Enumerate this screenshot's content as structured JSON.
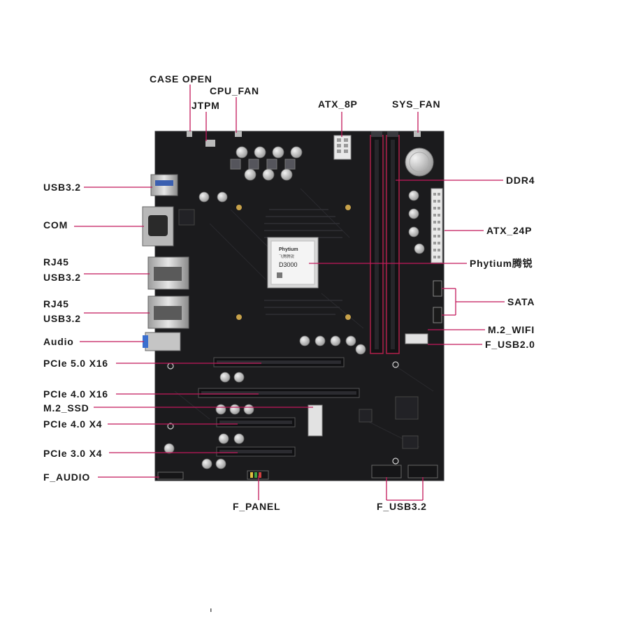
{
  "labels": {
    "case_open": "CASE OPEN",
    "cpu_fan": "CPU_FAN",
    "jtpm": "JTPM",
    "atx_8p": "ATX_8P",
    "sys_fan": "SYS_FAN",
    "usb32_top": "USB3.2",
    "com": "COM",
    "rj45_1": "RJ45",
    "rj45_1_usb": "USB3.2",
    "rj45_2": "RJ45",
    "rj45_2_usb": "USB3.2",
    "audio": "Audio",
    "pcie50_x16": "PCIe 5.0 X16",
    "pcie40_x16": "PCIe 4.0 X16",
    "m2_ssd": "M.2_SSD",
    "pcie40_x4": "PCIe 4.0 X4",
    "pcie30_x4": "PCIe 3.0 X4",
    "f_audio": "F_AUDIO",
    "ddr4": "DDR4",
    "atx_24p": "ATX_24P",
    "phytium": "Phytium腾锐",
    "sata": "SATA",
    "m2_wifi": "M.2_WIFI",
    "f_usb20": "F_USB2.0",
    "f_panel": "F_PANEL",
    "f_usb32": "F_USB3.2"
  },
  "chip": {
    "brand": "Phytium",
    "brand_cn": "飞腾腾锐",
    "model": "D3000"
  },
  "colors": {
    "board": "#1b1b1d",
    "leader": "#c2185b",
    "label": "#1a1a1a",
    "dimm_accent": "#b01f4a",
    "silver": "#c8c8c8"
  }
}
